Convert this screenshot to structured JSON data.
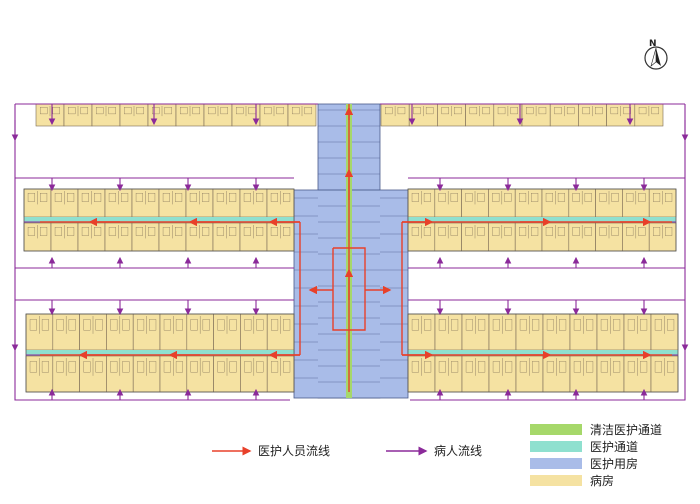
{
  "compass": {
    "label": "N"
  },
  "flow_legend": {
    "staff_flow": {
      "label": "医护人员流线",
      "color": "#e8402a"
    },
    "patient_flow": {
      "label": "病人流线",
      "color": "#8b2a9a"
    }
  },
  "zone_legend": [
    {
      "label": "清洁医护通道",
      "color": "#a6d86a"
    },
    {
      "label": "医护通道",
      "color": "#8fe0cf"
    },
    {
      "label": "医护用房",
      "color": "#a9bce8"
    },
    {
      "label": "病房",
      "color": "#f5e2a2"
    }
  ],
  "colors": {
    "ward_fill": "#f5e2a2",
    "ward_line": "#7a6a55",
    "medical_fill": "#a9bce8",
    "medical_line": "#4a5a8a",
    "clean_corridor": "#a6d86a",
    "staff_corridor": "#8fe0cf"
  }
}
